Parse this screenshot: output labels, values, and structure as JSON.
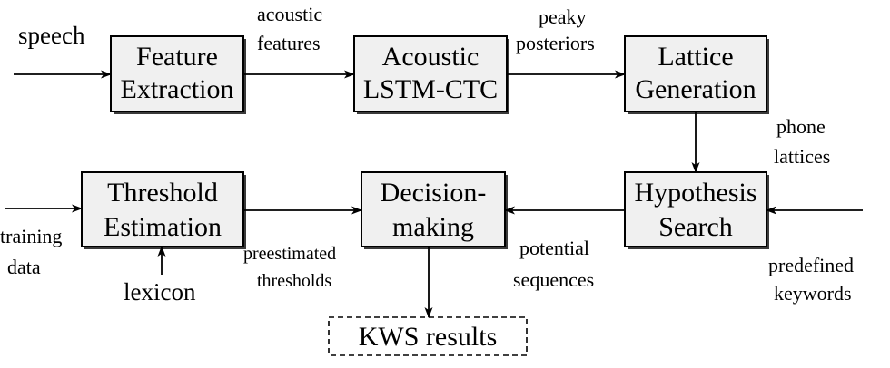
{
  "nodes": {
    "feature_extraction": {
      "lines": [
        "Feature",
        "Extraction"
      ]
    },
    "acoustic_model": {
      "lines": [
        "Acoustic",
        "LSTM-CTC"
      ]
    },
    "lattice_generation": {
      "lines": [
        "Lattice",
        "Generation"
      ]
    },
    "hypothesis_search": {
      "lines": [
        "Hypothesis",
        "Search"
      ]
    },
    "decision_making": {
      "lines": [
        "Decision-",
        "making"
      ]
    },
    "threshold_estimation": {
      "lines": [
        "Threshold",
        "Estimation"
      ]
    },
    "kws_results": {
      "lines": [
        "KWS results"
      ]
    }
  },
  "labels": {
    "speech": [
      "speech"
    ],
    "acoustic_features": [
      "acoustic",
      "features"
    ],
    "peaky_posteriors": [
      "peaky",
      "posteriors"
    ],
    "phone_lattices": [
      "phone",
      "lattices"
    ],
    "predefined_keywords": [
      "predefined",
      "keywords"
    ],
    "potential_sequences": [
      "potential",
      "sequences"
    ],
    "preestimated_thresholds": [
      "preestimated",
      "thresholds"
    ],
    "training_data": [
      "training",
      "data"
    ],
    "lexicon": [
      "lexicon"
    ]
  },
  "colors": {
    "box_fill": "#f0f0f0",
    "stroke": "#000000",
    "shadow": "#3a3a3a"
  }
}
